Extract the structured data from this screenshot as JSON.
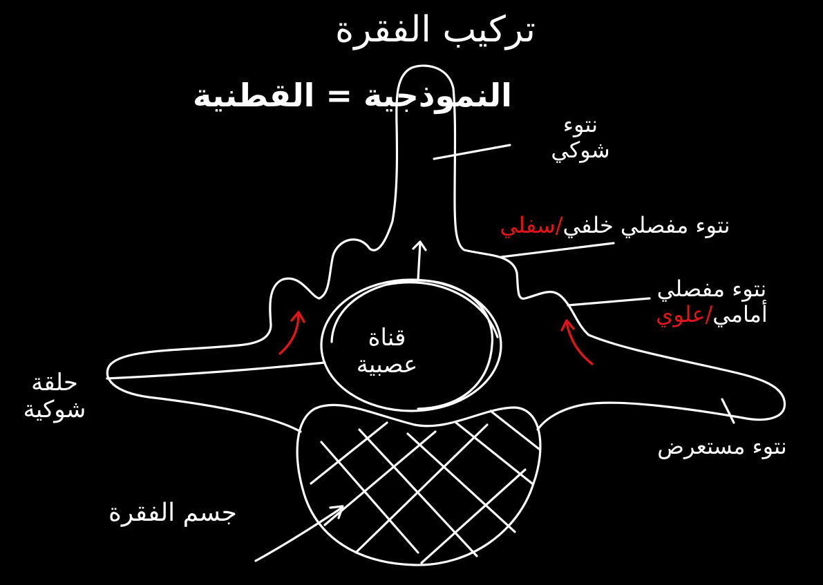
{
  "title": {
    "line1": "تركيب الفقرة",
    "line2": "النموذجية = القطنية"
  },
  "labels": {
    "spinous": {
      "line1": "نتوء",
      "line2": "شوكي"
    },
    "inferior_articular": {
      "main": "نتوء مفصلي خلفي",
      "separator": "/",
      "alt": "سفلي"
    },
    "superior_articular": {
      "line1": "نتوء مفصلي",
      "main": "أمامي",
      "separator": "/",
      "alt": "علوي"
    },
    "vertebral_canal": {
      "line1": "قناة",
      "line2": "عصبية"
    },
    "vertebral_arch": {
      "line1": "حلقة",
      "line2": "شوكية"
    },
    "transverse": {
      "text": "نتوء مستعرض"
    },
    "body": {
      "text": "جسم الفقرة"
    }
  },
  "colors": {
    "background": "#000000",
    "chalk": "#ffffff",
    "accent": "#e0141b"
  }
}
